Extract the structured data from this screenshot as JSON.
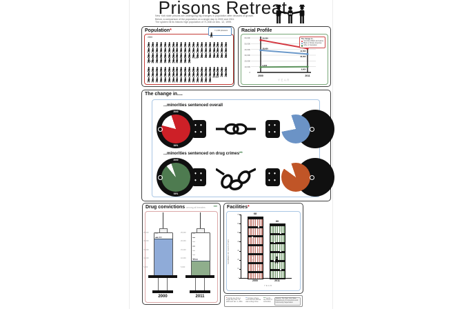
{
  "page": {
    "title": "Prisons Retreat",
    "intro_lines": [
      "New York state prisons are undergoing big changes in population after decades of growth.",
      "Below, a comparison of the population on a single day in 2000 and 2011.",
      "The system hit its historic high population of 71,538 on Dec. 12, 1999."
    ]
  },
  "chart_data": [
    {
      "id": "population_pictogram",
      "type": "pictogram",
      "title": "Population",
      "title_note": "*",
      "legend": "= 1,000 prisoners",
      "unit_per_icon": 1000,
      "groups": [
        {
          "year": "2000",
          "value": 71466,
          "label": "71,466"
        },
        {
          "year": "2011",
          "value": 55599,
          "label": "55,599"
        }
      ]
    },
    {
      "id": "racial_profile",
      "type": "line",
      "title": "Racial Profile",
      "xlabel": "YEAR",
      "x": [
        "2000",
        "2011"
      ],
      "ylim": [
        0,
        60000
      ],
      "ytick_step": 10000,
      "grid": true,
      "legend_title": "The change in...",
      "legend_position": "top-right",
      "series": [
        {
          "name": "minorities (Black and Latino)",
          "color": "#d0232e",
          "values": [
            56300,
            41500
          ],
          "labels": [
            "56,300",
            "41,500"
          ]
        },
        {
          "name": "Black or African-American",
          "color": "#5b8ec4",
          "values": [
            38600,
            32000
          ],
          "labels": [
            "38,600",
            "32,000"
          ]
        },
        {
          "name": "white or Caucasian",
          "color": "#4d8a4d",
          "values": [
            9200,
            9900
          ],
          "labels": [
            "9,200",
            "9,900"
          ]
        }
      ]
    },
    {
      "id": "minorities_pies",
      "type": "pie",
      "title": "The change in....",
      "sections": [
        {
          "title": "...minorities sentenced overall",
          "note": "",
          "chain": "intact",
          "pies": [
            {
              "year": "2000",
              "pct": 84,
              "pct_label": "84%",
              "color": "#cd2027"
            },
            {
              "year": "2011",
              "pct": 77,
              "pct_label": "77%",
              "color": "#6b93c6"
            }
          ]
        },
        {
          "title": "...minorities sentenced on drug crimes",
          "note": "**",
          "chain": "broken",
          "pies": [
            {
              "year": "2000",
              "pct": 94,
              "pct_label": "94%",
              "color": "#4e7b50"
            },
            {
              "year": "2011",
              "pct": 90,
              "pct_label": "90%",
              "color": "#c05527"
            }
          ]
        }
      ]
    },
    {
      "id": "drug_convictions",
      "type": "bar",
      "title": "Drug convictions",
      "subtitle": "among all inmates",
      "note": "***",
      "ymax": 25000,
      "yticks": [
        "25,000",
        "20,000",
        "15,000",
        "10,000",
        "5,000"
      ],
      "categories": [
        "2000",
        "2011"
      ],
      "values": [
        21200,
        8300
      ],
      "value_labels": [
        "21,200",
        "8,300"
      ],
      "colors": [
        "#8fabd8",
        "#8fae8c"
      ]
    },
    {
      "id": "facilities",
      "type": "bar",
      "title": "Facilities",
      "note": "*",
      "ylabel": "NUMBER OF FACILITIES",
      "xlabel": "YEAR",
      "ylim": [
        0,
        70
      ],
      "ytick_step": 10,
      "categories": [
        "2000",
        "2011"
      ],
      "values": [
        68,
        60
      ],
      "value_labels": [
        "68",
        "60"
      ],
      "colors": [
        "#c97f74",
        "#7ea277"
      ]
    }
  ],
  "footnotes": [
    {
      "marker": "*",
      "color": "#cc2229",
      "text": "Counts are from a single day: Dec. 31, 2000 and Jan. 1, 2011."
    },
    {
      "marker": "**",
      "color": "#4477bb",
      "text": "Inmates whose most serious offense was a drug crime."
    },
    {
      "marker": "***",
      "color": "#3a7d44",
      "text": "as the top crime of conviction"
    },
    {
      "marker": "source",
      "color": "#888888",
      "text": "Source: The New York State Department of Corrections and Community Supervision"
    }
  ]
}
